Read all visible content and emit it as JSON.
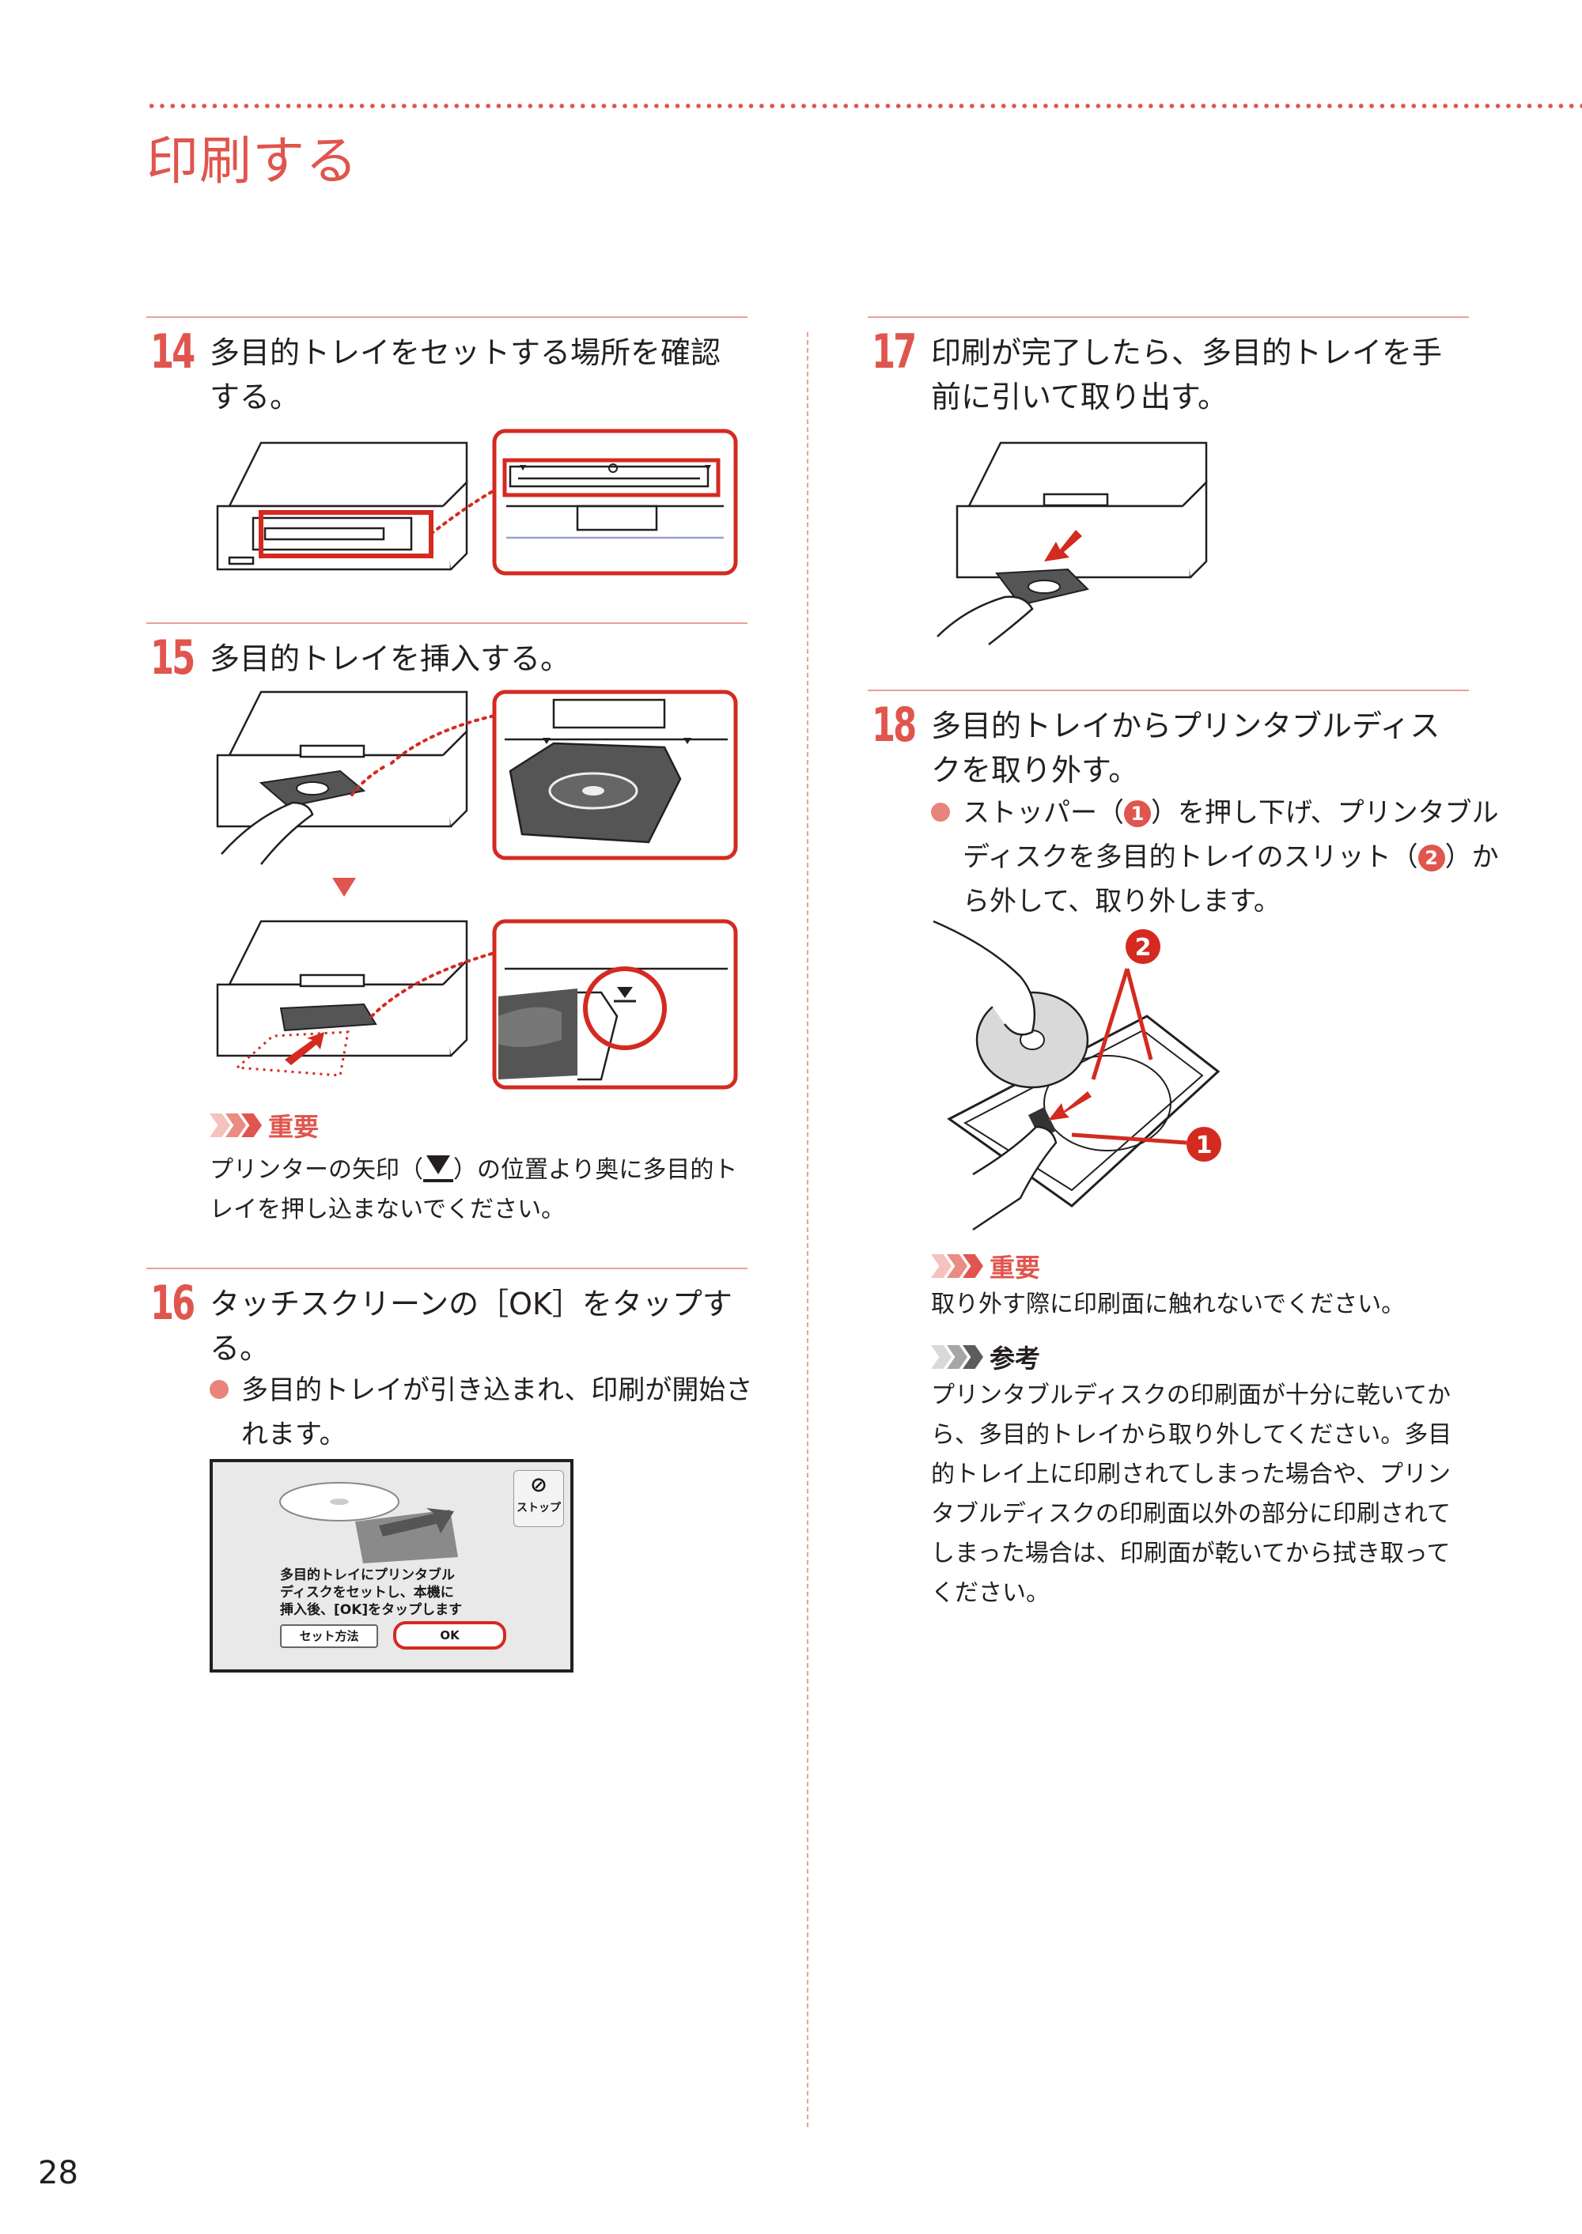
{
  "header": {
    "title": "印刷する"
  },
  "steps": {
    "s14": {
      "num": "14",
      "text": "多目的トレイをセットする場所を確認する。"
    },
    "s15": {
      "num": "15",
      "text": "多目的トレイを挿入する。"
    },
    "s16": {
      "num": "16",
      "text": "タッチスクリーンの［OK］をタップする。",
      "bullet": "多目的トレイが引き込まれ、印刷が開始されます。"
    },
    "s17": {
      "num": "17",
      "text": "印刷が完了したら、多目的トレイを手前に引いて取り出す。"
    },
    "s18": {
      "num": "18",
      "text": "多目的トレイからプリンタブルディスクを取り外す。",
      "bullet_a": "ストッパー（",
      "bullet_n1": "1",
      "bullet_b": "）を押し下げ、プリンタブルディスクを多目的トレイのスリット（",
      "bullet_n2": "2",
      "bullet_c": "）から外して、取り外します。"
    }
  },
  "notes": {
    "n15": {
      "label": "重要",
      "text_a": "プリンターの矢印（",
      "text_b": "）の位置より奥に多目的トレイを押し込まないでください。"
    },
    "n18_important": {
      "label": "重要",
      "text": "取り外す際に印刷面に触れないでください。"
    },
    "n18_reference": {
      "label": "参考",
      "text": "プリンタブルディスクの印刷面が十分に乾いてから、多目的トレイから取り外してください。多目的トレイ上に印刷されてしまった場合や、プリンタブルディスクの印刷面以外の部分に印刷されてしまった場合は、印刷面が乾いてから拭き取ってください。"
    }
  },
  "screen": {
    "message": "多目的トレイにプリンタブル\nディスクをセットし、本機に\n挿入後、[OK]をタップします",
    "howto_button": "セット方法",
    "ok_button": "OK",
    "stop_button": "ストップ"
  },
  "callouts": {
    "c1": "1",
    "c2": "2"
  },
  "footer": {
    "page": "28"
  },
  "colors": {
    "accent": "#e0554d",
    "rule": "#e8a19b",
    "text": "#231f20"
  }
}
